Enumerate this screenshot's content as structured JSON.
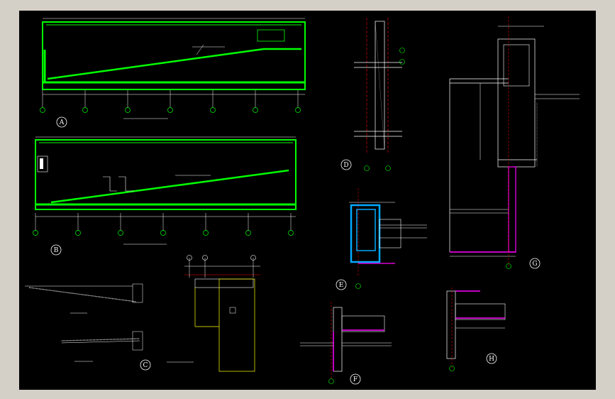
{
  "colors": {
    "background": "#000000",
    "frame": "#d4d0c8",
    "wall_green": "#00ff00",
    "line_white": "#ffffff",
    "axis_red": "#ff0000",
    "detail_cyan": "#00aaff",
    "detail_magenta": "#ff00ff",
    "detail_yellow": "#ffff00"
  },
  "callouts": {
    "a": "A",
    "b": "B",
    "c": "C",
    "d": "D",
    "e": "E",
    "f": "F",
    "g": "G",
    "h": "H"
  }
}
